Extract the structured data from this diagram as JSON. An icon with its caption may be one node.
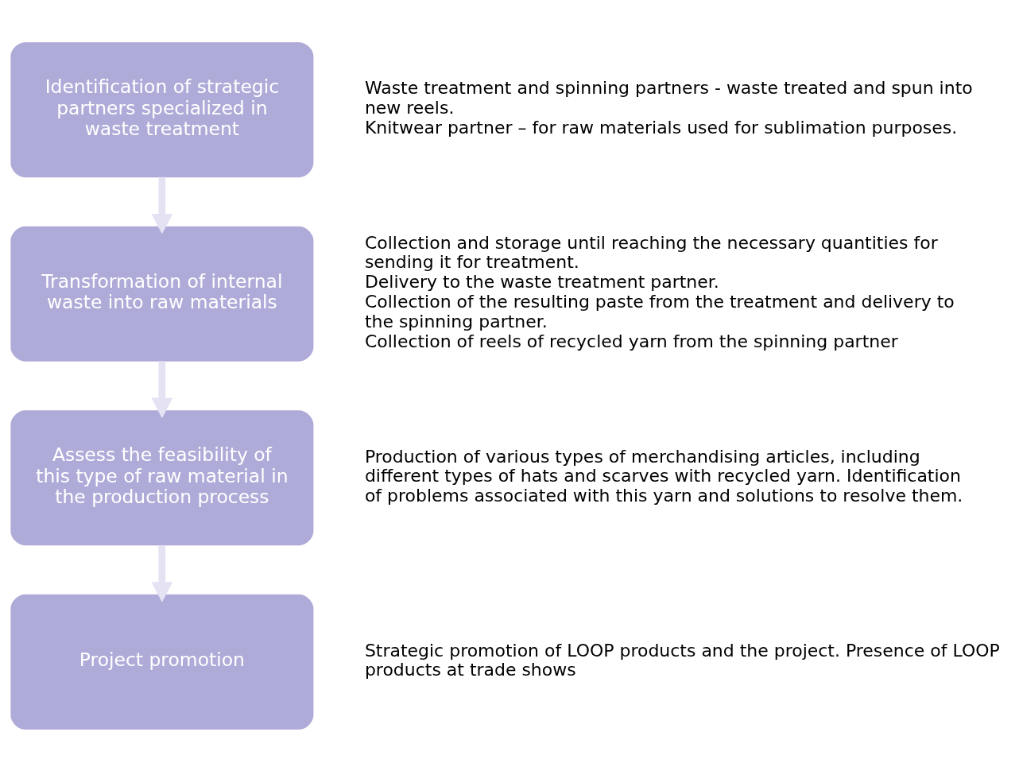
{
  "diagram": {
    "nodes": [
      {
        "text": [
          "Identification of strategic partners specialized in waste treatment"
        ],
        "beside": [
          "Waste treatment and spinning partners - waste treated and spun into new reels.",
          "Knitwear partner – for raw materials used for sublimation purposes."
        ]
      },
      {
        "text": [
          "Transformation of internal waste into raw materials"
        ],
        "beside": [
          "Collection and storage until reaching the necessary quantities for sending it for treatment.",
          "Delivery to the waste treatment partner.",
          "Collection of the resulting paste from the treatment and delivery to the spinning partner.",
          "Collection of reels of recycled yarn from the spinning partner"
        ]
      },
      {
        "text": [
          "Assess the feasibility of this type of raw material in the production process"
        ],
        "beside": [
          "Production of various types of merchandising articles, including different types of hats and scarves with recycled yarn. Identification of problems associated with this yarn and solutions to resolve them."
        ]
      },
      {
        "text": [
          "Project promotion"
        ],
        "beside": [
          "Strategic promotion of LOOP products and the project. Presence of LOOP products at trade shows"
        ]
      }
    ],
    "edges": [
      {
        "from": 0,
        "to": 1,
        "arrow": "to"
      },
      {
        "from": 1,
        "to": 2,
        "arrow": "to"
      },
      {
        "from": 2,
        "to": 3,
        "arrow": "to"
      }
    ]
  }
}
